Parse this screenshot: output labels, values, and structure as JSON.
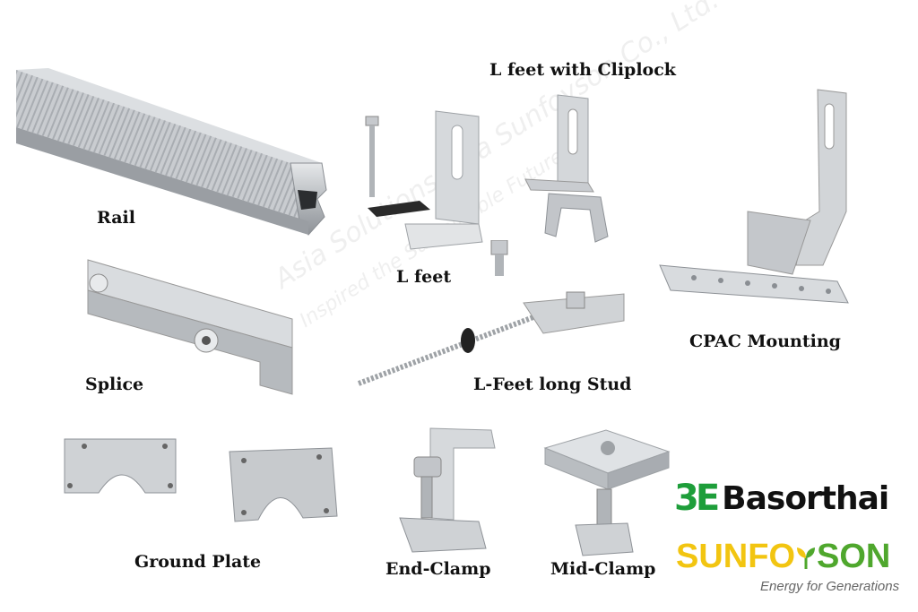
{
  "labels": {
    "rail": "Rail",
    "l_feet": "L feet",
    "l_feet_cliplock": "L feet with Cliplock",
    "cpac": "CPAC Mounting",
    "splice": "Splice",
    "l_feet_long_stud": "L-Feet long Stud",
    "ground_plate": "Ground Plate",
    "end_clamp": "End-Clamp",
    "mid_clamp": "Mid-Clamp"
  },
  "watermark": {
    "line1": "Asia Solutions Asia Sunfoyson Co., Ltd.",
    "line2": "Inspired the Sustainable Future"
  },
  "brand": {
    "basorthai_mark": "3E",
    "basorthai_name": "Basorthai",
    "sunfoyson_a": "SUNFO",
    "sunfoyson_b": "SON",
    "tagline": "Energy for Generations",
    "colors": {
      "green": "#1e9e3a",
      "yellow": "#f2c511",
      "leaf_green": "#4fa72d"
    }
  }
}
